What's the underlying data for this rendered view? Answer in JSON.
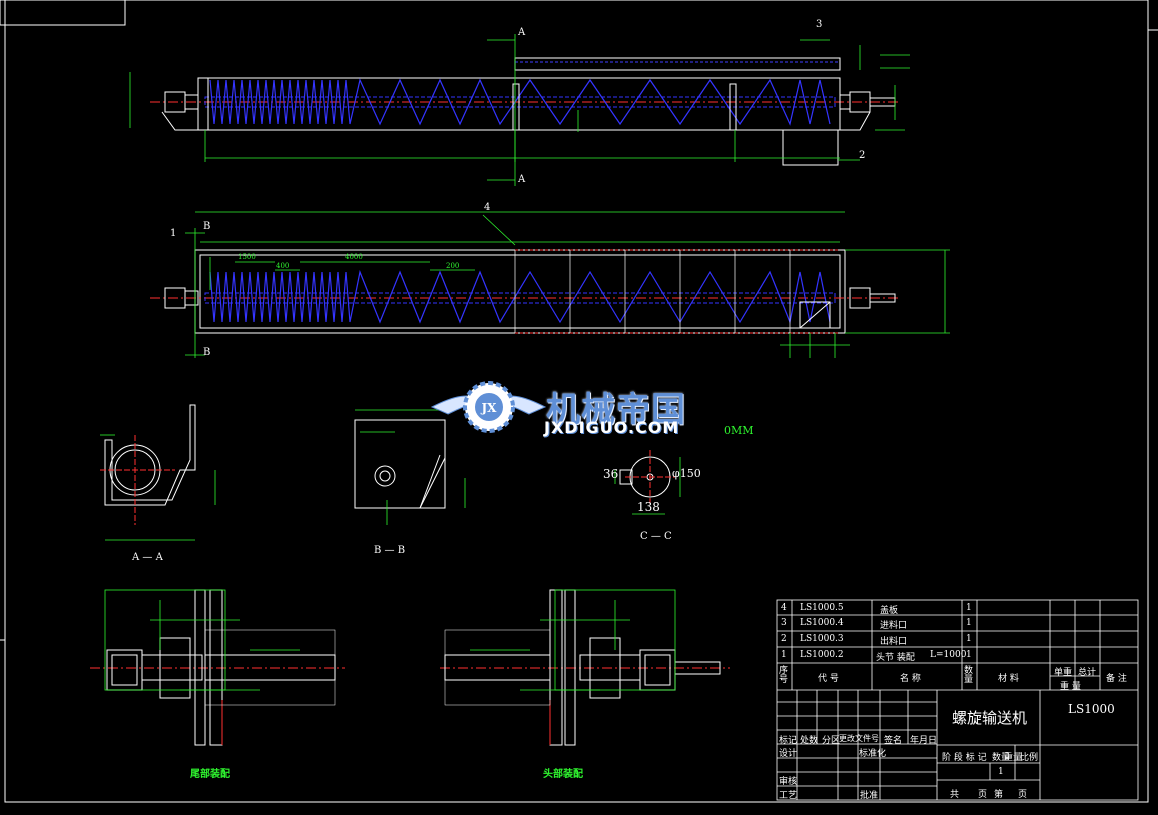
{
  "drawing": {
    "callouts": [
      "1",
      "2",
      "3",
      "4"
    ],
    "section_markers": {
      "a": "A",
      "b": "B"
    },
    "view_labels": {
      "a_a": "A — A",
      "b_b": "B — B",
      "c_c": "C — C"
    },
    "assembly_labels": {
      "tail": "尾部装配",
      "head": "头部装配"
    },
    "dims": {
      "d36": "36",
      "d138": "138",
      "d150": "φ150",
      "r1500": "1500",
      "r400": "400",
      "r4000": "4000",
      "r200": "200",
      "mm": "0MM"
    }
  },
  "watermark": {
    "cn": "机械帝国",
    "en": "JXDIGUO.COM",
    "logo": "JX"
  },
  "title_block": {
    "bom_rows": [
      {
        "no": "4",
        "code": "LS1000.5",
        "name": "盖板",
        "qty": "1"
      },
      {
        "no": "3",
        "code": "LS1000.4",
        "name": "进料口",
        "qty": "1"
      },
      {
        "no": "2",
        "code": "LS1000.3",
        "name": "出料口",
        "qty": "1"
      },
      {
        "no": "1",
        "code": "LS1000.2",
        "name": "头节 装配",
        "extra": "L=1000",
        "qty": "1"
      }
    ],
    "bom_header": {
      "no": "序号",
      "code": "代 号",
      "name": "名 称",
      "qty": "数量",
      "material": "材 料",
      "unit_weight": "单重",
      "total_weight": "总计",
      "weight": "重 量",
      "remarks": "备 注"
    },
    "drawing_title": "螺旋输送机",
    "drawing_code": "LS1000",
    "rev_headers": [
      "标记",
      "处数",
      "分区",
      "更改文件号",
      "签名",
      "年月日"
    ],
    "roles": {
      "design": "设计",
      "standardize": "标准化",
      "review": "审核",
      "process": "工艺",
      "approve": "批准"
    },
    "stage_headers": [
      "阶 段 标 记",
      "数量",
      "重量",
      "比例"
    ],
    "sheet": "1",
    "pages": {
      "total": "共",
      "pages_unit": "页",
      "sheet": "第",
      "page_unit": "页"
    }
  }
}
